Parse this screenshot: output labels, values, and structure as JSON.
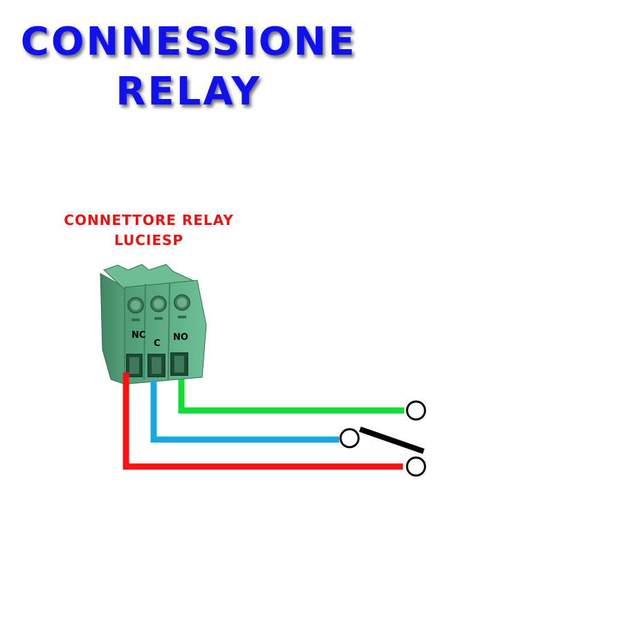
{
  "title": {
    "line1": "CONNESSIONE",
    "line2": "RELAY"
  },
  "connector": {
    "label_line1": "CONNETTORE RELAY",
    "label_line2": "LUCIESP",
    "terminals": [
      "NC",
      "C",
      "NO"
    ]
  },
  "wires": [
    {
      "terminal": "NC",
      "color": "#ff1111"
    },
    {
      "terminal": "C",
      "color": "#1aa8e0"
    },
    {
      "terminal": "NO",
      "color": "#11dd33"
    }
  ],
  "colors": {
    "title": "#1111ee",
    "subtitle": "#ee1111",
    "connector_body": "#5fae86",
    "switch_lever": "#000000"
  }
}
